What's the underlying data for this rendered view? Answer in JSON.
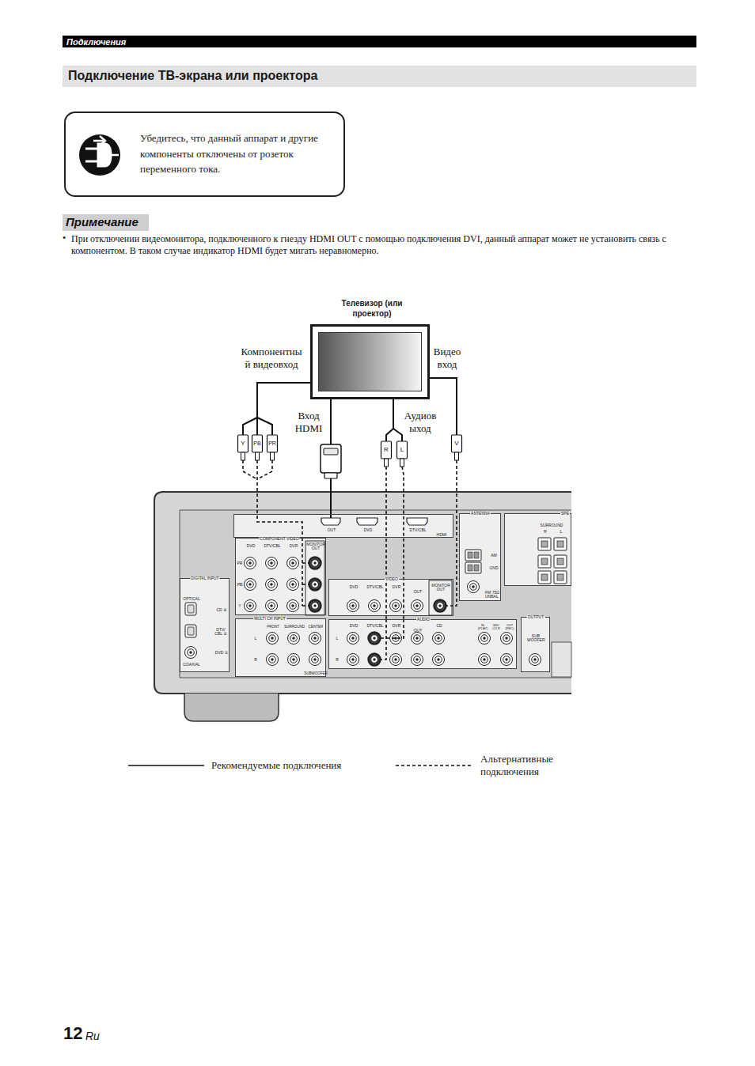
{
  "diagram": {
    "title": "Подключение ТВ-экрана или проектора",
    "nodes": [
      {
        "text": [
          "Убедитесь, что данный аппарат и другие компоненты отключены от розеток переменного тока."
        ]
      },
      {
        "text": [
          "Телевизор (или проектор)"
        ]
      },
      {
        "text": [
          "OUT",
          "DVD",
          "DTV/CBL",
          "HDMI"
        ]
      },
      {
        "text": [
          "COMPONENT VIDEO",
          "DVD",
          "DTV/CBL",
          "DVR",
          "MONITOR OUT",
          "PR",
          "PB",
          "Y"
        ]
      },
      {
        "text": [
          "VIDEO",
          "DVD",
          "DTV/CBL",
          "DVR",
          "OUT",
          "MONITOR OUT"
        ]
      },
      {
        "text": [
          "AUDIO",
          "DVD",
          "DTV/CBL",
          "DVR",
          "OUT",
          "CD",
          "IN (PLAY)",
          "MD/ CD-R",
          "OUT (REC)",
          "L",
          "R"
        ]
      },
      {
        "text": [
          "DIGITAL INPUT",
          "OPTICAL",
          "CD ③",
          "DTV/ CBL ②",
          "DVD ①",
          "COAXIAL"
        ]
      },
      {
        "text": [
          "MULTI CH INPUT",
          "FRONT",
          "SURROUND",
          "CENTER",
          "L",
          "R",
          "SUBWOOFER"
        ]
      },
      {
        "text": [
          "ANTENNA",
          "AM",
          "GND",
          "FM 75Ω UNBAL."
        ]
      },
      {
        "text": [
          "SPE",
          "SURROUND",
          "R",
          "L"
        ]
      },
      {
        "text": [
          "OUTPUT",
          "SUB WOOFER"
        ]
      }
    ],
    "edges": [
      {
        "from": 1,
        "to": 2,
        "arrow": "none"
      },
      {
        "from": 1,
        "to": 3,
        "arrow": "none"
      },
      {
        "from": 1,
        "to": 4,
        "arrow": "none"
      },
      {
        "from": 1,
        "to": 5,
        "arrow": "none"
      }
    ],
    "labels": [
      "Подключения",
      "Примечание",
      "•",
      "При отключении видеомонитора, подключенного к гнезду HDMI OUT с помощью подключения DVI, данный аппарат может не установить связь с компонентом. В таком случае индикатор HDMI будет мигать неравномерно.",
      "Компонентны й видеовход",
      "Видео вход",
      "Вход HDMI",
      "Аудиов ыход",
      "Y",
      "PB",
      "PR",
      "V",
      "R",
      "L",
      "12",
      "Ru"
    ],
    "legend": [
      {
        "text": "Рекомендуемые подключения"
      },
      {
        "text": "Альтернативные подключения"
      }
    ]
  }
}
